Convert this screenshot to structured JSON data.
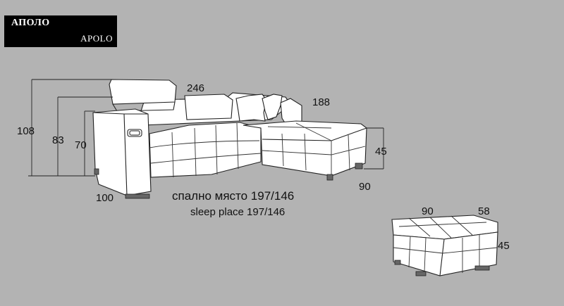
{
  "title": {
    "bg": "АПОЛО",
    "en": "APOLO"
  },
  "dimensions": {
    "height_total": "108",
    "height_back": "83",
    "height_arm": "70",
    "depth_arm": "100",
    "width_long": "246",
    "width_short": "188",
    "height_seat": "45",
    "depth_chaise": "90"
  },
  "sleep_place": {
    "bg": "спално място 197/146",
    "en": "sleep place 197/146"
  },
  "ottoman": {
    "width": "90",
    "depth": "58",
    "height": "45"
  }
}
